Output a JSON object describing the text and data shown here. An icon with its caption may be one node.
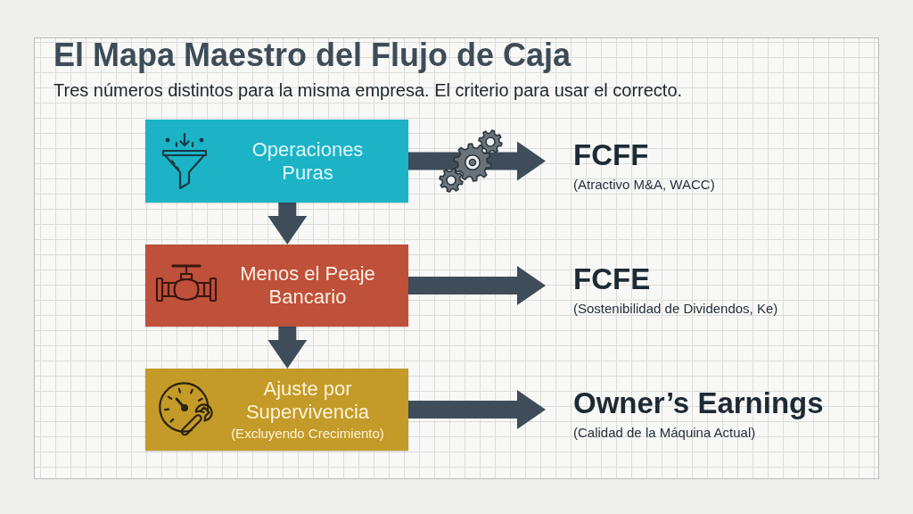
{
  "diagram": {
    "title": "El Mapa Maestro del Flujo de Caja",
    "nodes": [
      {
        "text": [
          "Operaciones Puras"
        ]
      },
      {
        "text": [
          "Menos el Peaje Bancario"
        ]
      },
      {
        "text": [
          "Ajuste por Supervivencia",
          "(Excluyendo Crecimiento)"
        ]
      },
      {
        "text": [
          "FCFF",
          "(Atractivo M&A, WACC)"
        ]
      },
      {
        "text": [
          "FCFE",
          "(Sostenibilidad de Dividendos, Ke)"
        ]
      },
      {
        "text": [
          "Owner’s Earnings",
          "(Calidad de la Máquina Actual)"
        ]
      }
    ],
    "edges": [
      {
        "from": 0,
        "to": 1,
        "arrow": "to"
      },
      {
        "from": 1,
        "to": 2,
        "arrow": "to"
      },
      {
        "from": 0,
        "to": 3,
        "arrow": "to"
      },
      {
        "from": 1,
        "to": 4,
        "arrow": "to"
      },
      {
        "from": 2,
        "to": 5,
        "arrow": "to"
      }
    ],
    "labels": [
      "Tres números distintos para la misma empresa. El criterio para usar el correcto."
    ]
  }
}
